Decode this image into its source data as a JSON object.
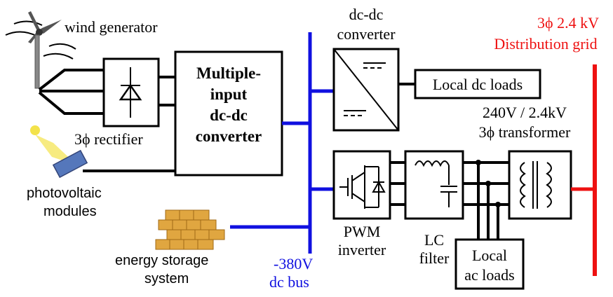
{
  "colors": {
    "dc_bus": "#1010e0",
    "grid": "#ee1111",
    "wire": "#000000",
    "pv_panel": "#5577bb",
    "pv_light": "#f3e24a",
    "battery": "#e0a640"
  },
  "labels": {
    "wind_generator": "wind generator",
    "rectifier": "3ϕ rectifier",
    "pv_line1": "photovoltaic",
    "pv_line2": "modules",
    "mic_line1": "Multiple-",
    "mic_line2": "input",
    "mic_line3": "dc-dc",
    "mic_line4": "converter",
    "storage_line1": "energy storage",
    "storage_line2": "system",
    "bus_line1": "-380V",
    "bus_line2": "dc bus",
    "dcdc_line1": "dc-dc",
    "dcdc_line2": "converter",
    "local_dc": "Local dc loads",
    "inverter_line1": "PWM",
    "inverter_line2": "inverter",
    "filter_line1": "LC",
    "filter_line2": "filter",
    "transformer_line1": "240V / 2.4kV",
    "transformer_line2": "3ϕ transformer",
    "local_ac_line1": "Local",
    "local_ac_line2": "ac loads",
    "grid_line1": "3ϕ 2.4 kV",
    "grid_line2": "Distribution grid"
  }
}
